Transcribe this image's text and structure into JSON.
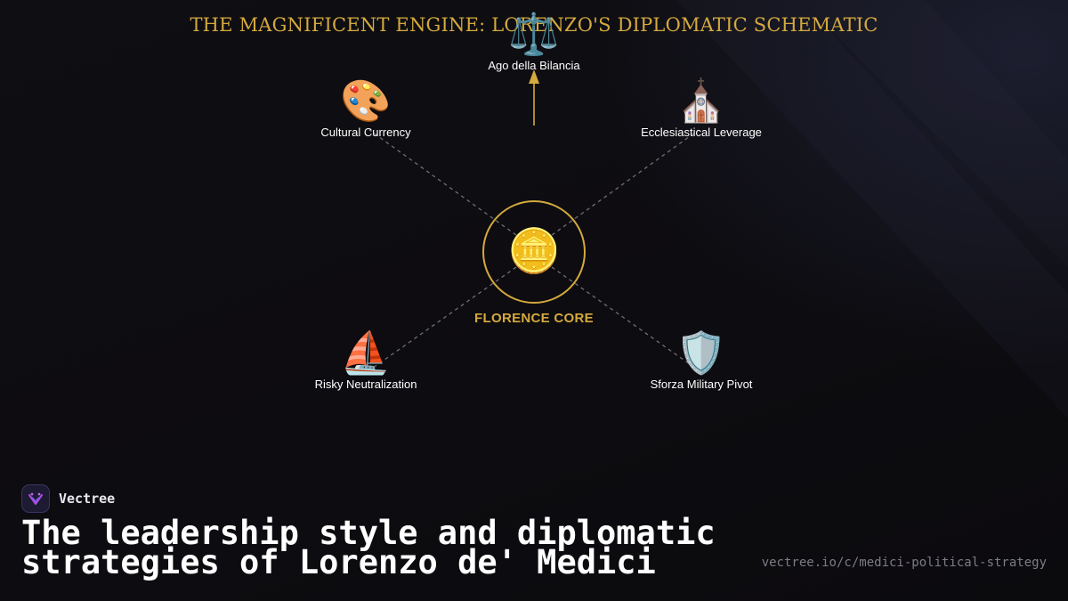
{
  "diagram": {
    "title": "THE MAGNIFICENT ENGINE: LORENZO'S DIPLOMATIC SCHEMATIC",
    "core": {
      "label": "FLORENCE CORE",
      "icon": "coin-icon"
    },
    "nodes": [
      {
        "id": "balance",
        "label": "Ago della Bilancia",
        "icon": "scales-icon"
      },
      {
        "id": "culture",
        "label": "Cultural Currency",
        "icon": "palette-icon"
      },
      {
        "id": "church",
        "label": "Ecclesiastical Leverage",
        "icon": "church-icon"
      },
      {
        "id": "naples",
        "label": "Risky Neutralization",
        "icon": "sailboat-icon"
      },
      {
        "id": "sforza",
        "label": "Sforza Military Pivot",
        "icon": "shield-icon"
      }
    ],
    "connections": [
      {
        "from": "core",
        "to": "culture",
        "style": "dashed"
      },
      {
        "from": "core",
        "to": "church",
        "style": "dashed"
      },
      {
        "from": "core",
        "to": "naples",
        "style": "dashed"
      },
      {
        "from": "core",
        "to": "sforza",
        "style": "dashed"
      },
      {
        "from": "core",
        "to": "balance",
        "style": "solid-arrow"
      }
    ],
    "colors": {
      "accent": "#d4a93e",
      "connector": "#6e6e76",
      "background": "#0e0d11"
    }
  },
  "brand": {
    "name": "Vectree",
    "logo_icon": "vectree-logo-icon"
  },
  "footer": {
    "heading_line1": "The leadership style and diplomatic",
    "heading_line2": "strategies of Lorenzo de' Medici",
    "url": "vectree.io/c/medici-political-strategy"
  }
}
